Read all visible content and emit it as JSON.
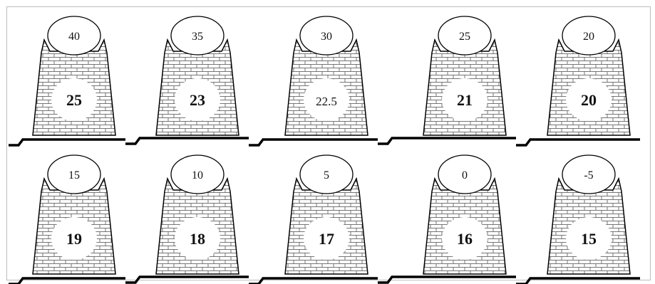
{
  "rows": [
    {
      "pots": [
        {
          "top": "40",
          "body": "25",
          "bold": true
        },
        {
          "top": "35",
          "body": "23",
          "bold": true
        },
        {
          "top": "30",
          "body": "22.5",
          "bold": false
        },
        {
          "top": "25",
          "body": "21",
          "bold": true
        },
        {
          "top": "20",
          "body": "20",
          "bold": true
        }
      ]
    },
    {
      "pots": [
        {
          "top": "15",
          "body": "19",
          "bold": true
        },
        {
          "top": "10",
          "body": "18",
          "bold": true
        },
        {
          "top": "5",
          "body": "17",
          "bold": true
        },
        {
          "top": "0",
          "body": "16",
          "bold": true
        },
        {
          "top": "-5",
          "body": "15",
          "bold": true
        }
      ]
    }
  ]
}
